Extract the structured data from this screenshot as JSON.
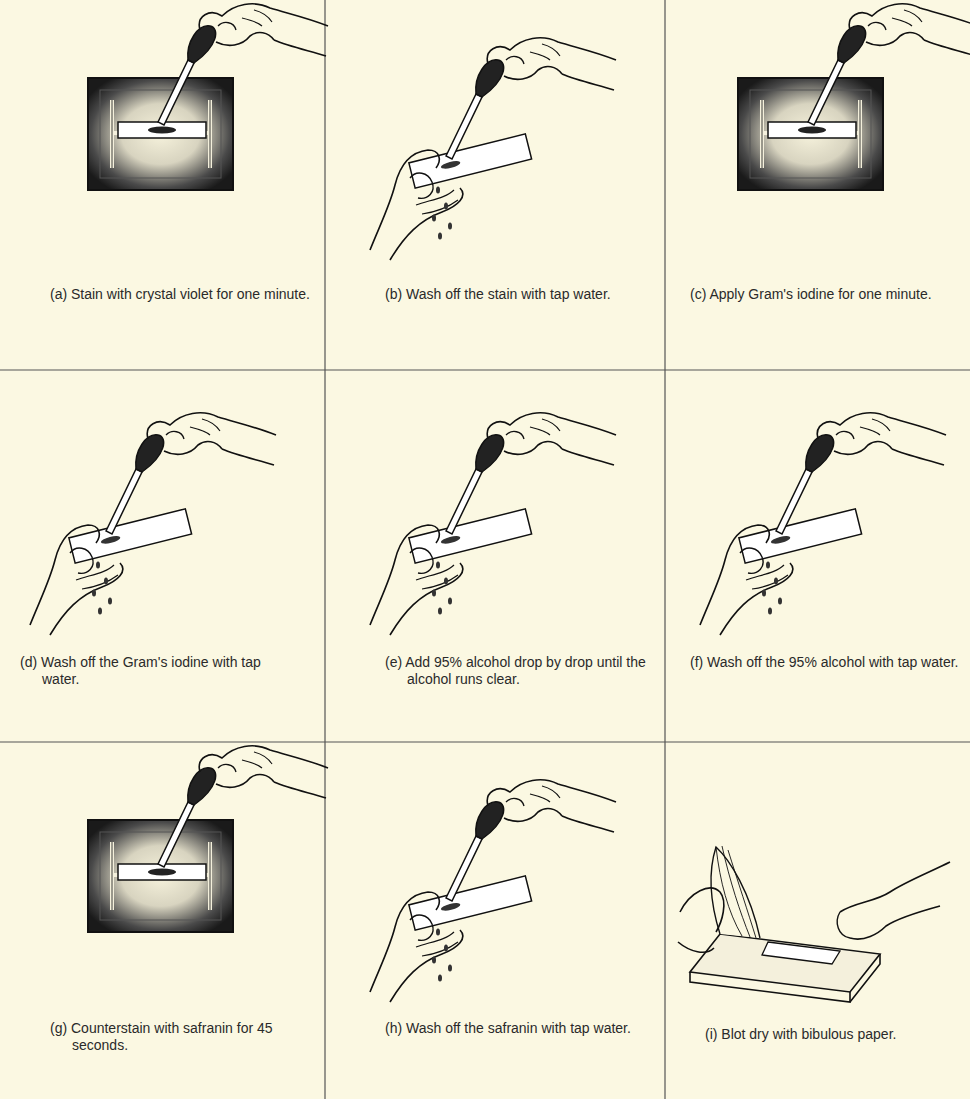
{
  "diagram": {
    "nodes": [
      {
        "text": [
          "(a) Stain with crystal violet for one minute."
        ]
      },
      {
        "text": [
          "(b) Wash off the stain with tap water."
        ]
      },
      {
        "text": [
          "(c) Apply Gram's iodine for one minute."
        ]
      },
      {
        "text": [
          "(d) Wash off the Gram's iodine with tap water."
        ]
      },
      {
        "text": [
          "(e) Add 95% alcohol drop by drop until the alcohol runs clear."
        ]
      },
      {
        "text": [
          "(f) Wash off the 95% alcohol with tap water."
        ]
      },
      {
        "text": [
          "(g) Counterstain with safranin for 45 seconds."
        ]
      },
      {
        "text": [
          "(h) Wash off the safranin with tap water."
        ]
      },
      {
        "text": [
          "(i) Blot dry with bibulous paper."
        ]
      }
    ]
  }
}
